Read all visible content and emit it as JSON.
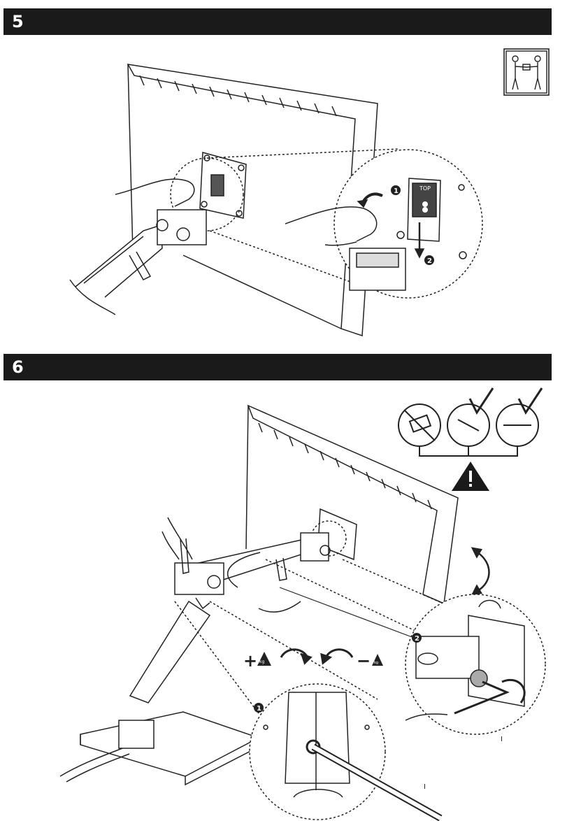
{
  "steps": [
    {
      "number": "5"
    },
    {
      "number": "6"
    }
  ],
  "callouts": {
    "one": "1",
    "two": "2"
  },
  "labels": {
    "plate_top": "TOP",
    "weight_unit": "kg",
    "plus": "+",
    "minus": "−",
    "hex_key": "I"
  },
  "icons": {
    "two_person": "two-person-lift-icon",
    "warning": "warning-triangle-icon",
    "rotate": "rotate-arrows-icon"
  },
  "colors": {
    "bar": "#1a1a1a",
    "line": "#222222",
    "panel_fill": "#ffffff"
  }
}
